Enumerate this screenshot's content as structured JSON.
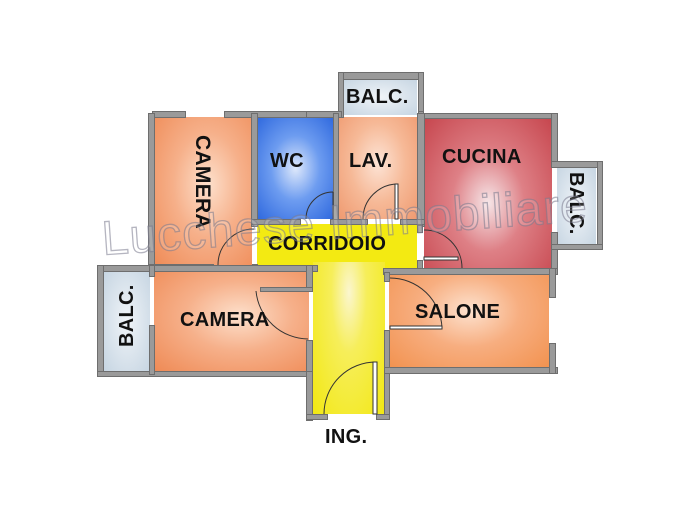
{
  "floorplan": {
    "rooms": [
      {
        "id": "camera-top",
        "label": "CAMERA",
        "color": "#f39a6a",
        "orientation": "vertical"
      },
      {
        "id": "wc",
        "label": "WC",
        "color": "#3b78e6",
        "orientation": "horizontal"
      },
      {
        "id": "lav",
        "label": "LAV.",
        "color": "#f3a27a",
        "orientation": "horizontal"
      },
      {
        "id": "cucina",
        "label": "CUCINA",
        "color": "#cd4e55",
        "orientation": "horizontal"
      },
      {
        "id": "balc-top",
        "label": "BALC.",
        "color": "#c8d7e3",
        "orientation": "horizontal"
      },
      {
        "id": "balc-right",
        "label": "BALC.",
        "color": "#c8d7e3",
        "orientation": "vertical"
      },
      {
        "id": "corridoio",
        "label": "CORRIDOIO",
        "color": "#f4ec1a",
        "orientation": "horizontal"
      },
      {
        "id": "camera-bottom",
        "label": "CAMERA",
        "color": "#f39a6a",
        "orientation": "horizontal"
      },
      {
        "id": "balc-left",
        "label": "BALC.",
        "color": "#c8d7e3",
        "orientation": "vertical-rotated"
      },
      {
        "id": "salone",
        "label": "SALONE",
        "color": "#f5995e",
        "orientation": "horizontal"
      }
    ],
    "entrance_label": "ING.",
    "watermark": "Lucchese Immobiliare",
    "colors": {
      "wall": "#9a9a9a",
      "wall_outline": "#6e6e6e",
      "camera": "#f39a6a",
      "wc": "#3b78e6",
      "lavanderia": "#f3a27a",
      "cucina": "#cd4e55",
      "balcony": "#c8d7e3",
      "corridor": "#f4ec1a",
      "salone": "#f5995e"
    }
  }
}
